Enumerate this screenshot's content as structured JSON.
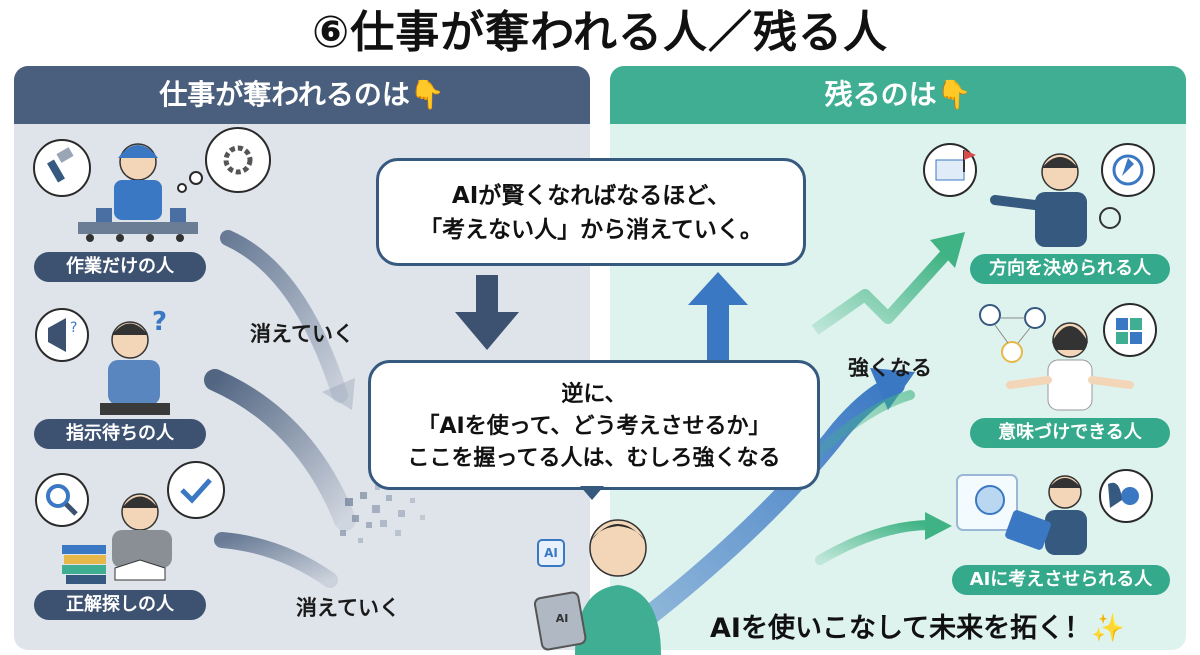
{
  "title": "⑥仕事が奪われる人／残る人",
  "left_panel": {
    "header": "仕事が奪われるのは👇",
    "items": [
      {
        "label": "作業だけの人"
      },
      {
        "label": "指示待ちの人"
      },
      {
        "label": "正解探しの人"
      }
    ],
    "fade_label_1": "消えていく",
    "fade_label_2": "消えていく"
  },
  "right_panel": {
    "header": "残るのは👇",
    "items": [
      {
        "label": "方向を決められる人"
      },
      {
        "label": "意味づけできる人"
      },
      {
        "label": "AIに考えさせられる人"
      }
    ],
    "grow_label": "強くなる",
    "bottom_message": "AIを使いこなして未来を拓く！✨"
  },
  "center": {
    "top_bubble_line1": "AIが賢くなればなるほど、",
    "top_bubble_line2": "「考えない人」から消えていく。",
    "mid_bubble_line1": "逆に、",
    "mid_bubble_line2": "「AIを使って、どう考えさせるか」",
    "mid_bubble_line3": "ここを握ってる人は、むしろ強くなる",
    "chip_label": "AI",
    "tablet_label": "AI"
  },
  "colors": {
    "left_header": "#4a5f7d",
    "right_header": "#3fae92",
    "left_bg": "#dfe3ea",
    "right_bg": "#dff3ee",
    "arrow_blue": "#3b78c4",
    "arrow_green": "#3fb384",
    "arrow_down": "#3d5170"
  }
}
